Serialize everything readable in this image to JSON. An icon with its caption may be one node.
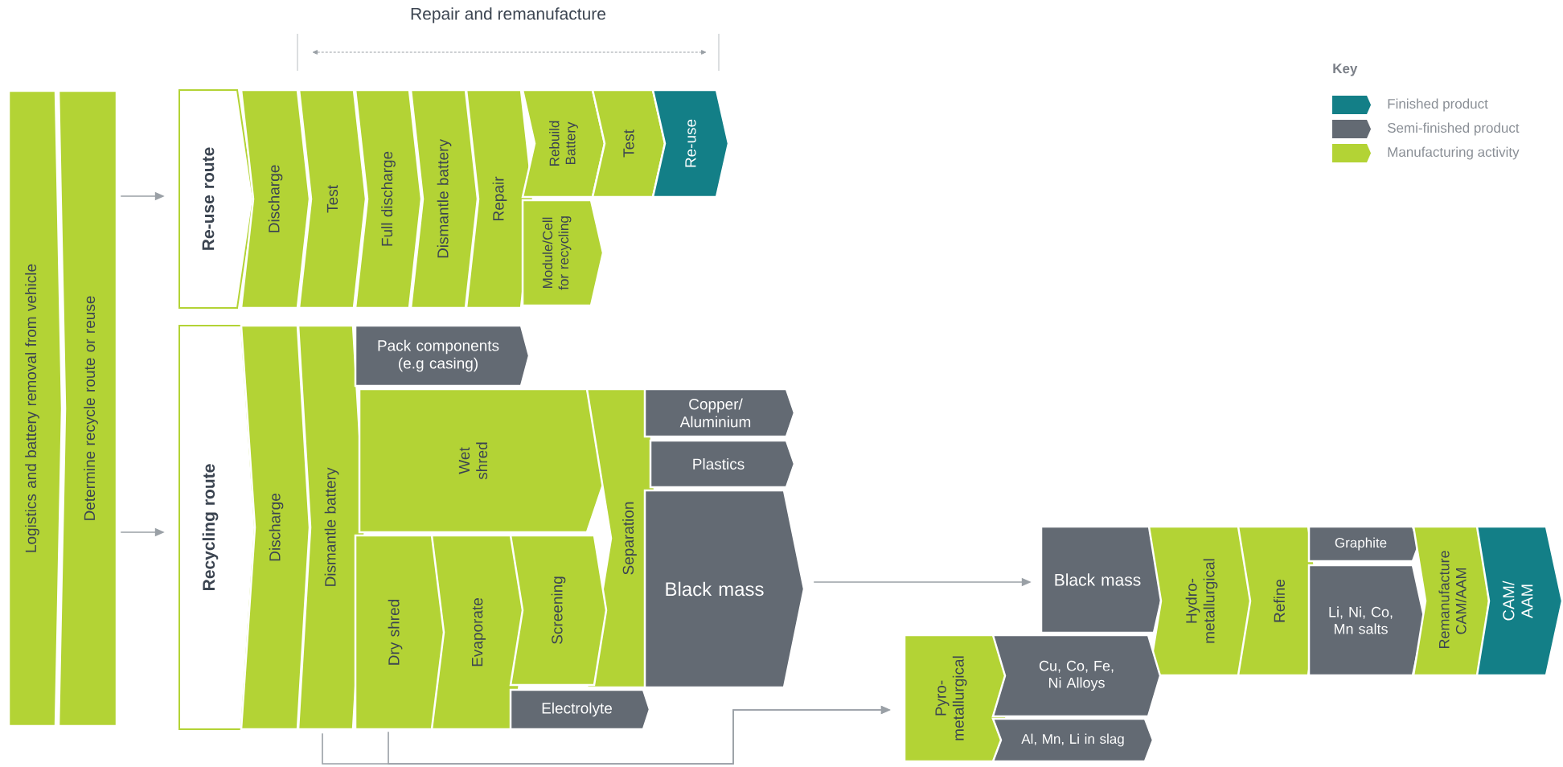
{
  "diagram": {
    "nodes": [
      {
        "text": [
          "Logistics and battery removal from vehicle"
        ]
      },
      {
        "text": [
          "Determine recycle route or reuse"
        ]
      },
      {
        "text": [
          "Re-use route"
        ]
      },
      {
        "text": [
          "Discharge"
        ]
      },
      {
        "text": [
          "Test"
        ]
      },
      {
        "text": [
          "Full discharge"
        ]
      },
      {
        "text": [
          "Dismantle battery"
        ]
      },
      {
        "text": [
          "Repair"
        ]
      },
      {
        "text": [
          "Rebuild Battery"
        ]
      },
      {
        "text": [
          "Test"
        ]
      },
      {
        "text": [
          "Re-use"
        ]
      },
      {
        "text": [
          "Module/Cell for recycling"
        ]
      },
      {
        "text": [
          "Recycling route"
        ]
      },
      {
        "text": [
          "Discharge"
        ]
      },
      {
        "text": [
          "Dismantle battery"
        ]
      },
      {
        "text": [
          "Pack components (e.g casing)"
        ]
      },
      {
        "text": [
          "Wet shred"
        ]
      },
      {
        "text": [
          "Separation"
        ]
      },
      {
        "text": [
          "Copper/ Aluminium"
        ]
      },
      {
        "text": [
          "Plastics"
        ]
      },
      {
        "text": [
          "Dry shred"
        ]
      },
      {
        "text": [
          "Evaporate"
        ]
      },
      {
        "text": [
          "Screening"
        ]
      },
      {
        "text": [
          "Black mass"
        ]
      },
      {
        "text": [
          "Electrolyte"
        ]
      },
      {
        "text": [
          "Black mass"
        ]
      },
      {
        "text": [
          "Hydro-metallurgical"
        ]
      },
      {
        "text": [
          "Pyro-metallurgical"
        ]
      },
      {
        "text": [
          "Cu, Co, Fe, Ni Alloys"
        ]
      },
      {
        "text": [
          "Refine"
        ]
      },
      {
        "text": [
          "Graphite"
        ]
      },
      {
        "text": [
          "Li, Ni, Co, Mn salts"
        ]
      },
      {
        "text": [
          "Al, Mn, Li in slag"
        ]
      },
      {
        "text": [
          "Remanufacture CAM/AAM"
        ]
      },
      {
        "text": [
          "CAM/ AAM"
        ]
      }
    ],
    "edges": [
      {
        "from": 1,
        "to": 2,
        "arrow": "to"
      },
      {
        "from": 1,
        "to": 12,
        "arrow": "to"
      },
      {
        "from": 23,
        "to": 25,
        "arrow": "to"
      },
      {
        "from": 14,
        "to": 27,
        "arrow": "to"
      },
      {
        "from": 20,
        "to": 27,
        "arrow": "to"
      }
    ],
    "labels": [
      "Repair and remanufacture",
      "Key"
    ],
    "legend": [
      {
        "text": "Finished product",
        "color": "#137f87"
      },
      {
        "text": "Semi-finished product",
        "color": "#636a73"
      },
      {
        "text": "Manufacturing activity",
        "color": "#b3d335"
      }
    ]
  }
}
